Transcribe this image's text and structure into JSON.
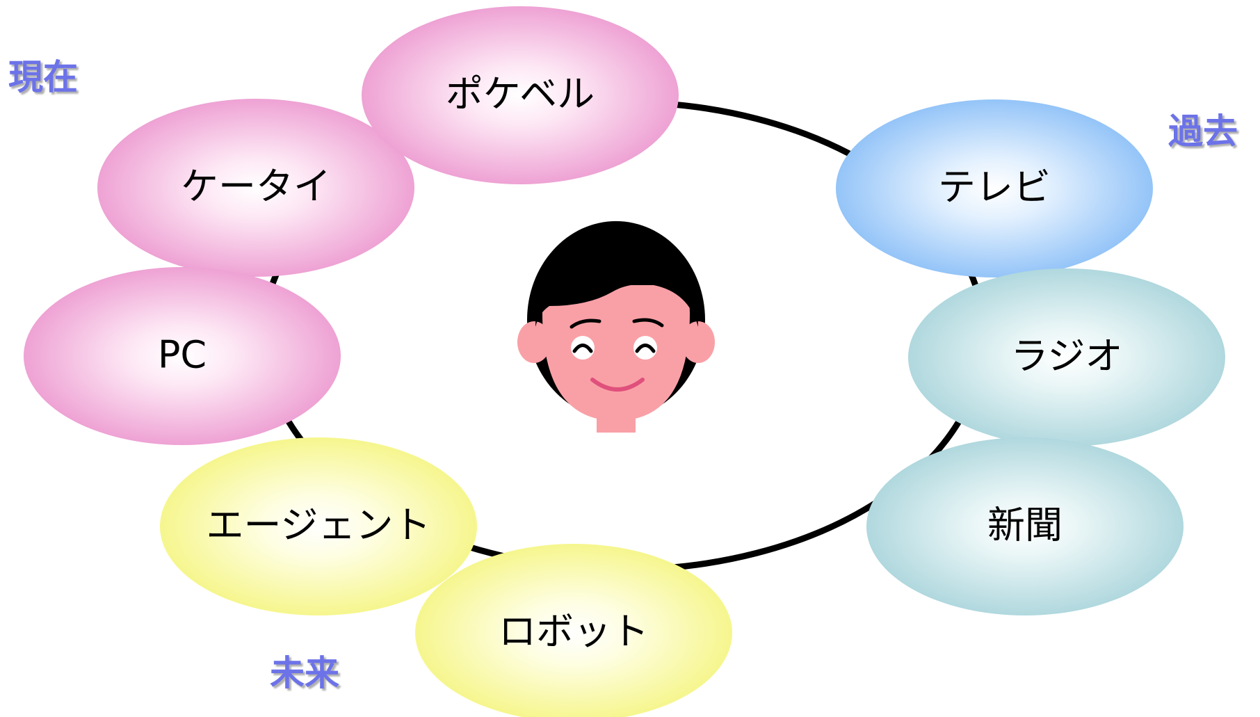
{
  "eras": {
    "present": "現在",
    "past": "過去",
    "future": "未来"
  },
  "nodes": [
    {
      "id": "pocket-bell",
      "label": "ポケベル",
      "group": "present"
    },
    {
      "id": "keitai",
      "label": "ケータイ",
      "group": "present"
    },
    {
      "id": "pc",
      "label": "PC",
      "group": "present"
    },
    {
      "id": "tv",
      "label": "テレビ",
      "group": "past"
    },
    {
      "id": "radio",
      "label": "ラジオ",
      "group": "past"
    },
    {
      "id": "newspaper",
      "label": "新聞",
      "group": "past"
    },
    {
      "id": "agent",
      "label": "エージェント",
      "group": "future"
    },
    {
      "id": "robot",
      "label": "ロボット",
      "group": "future"
    }
  ],
  "colors": {
    "present": "#f0a8d8",
    "tv": "#9cc8f8",
    "past": "#b4dce0",
    "future": "#f8f8a0",
    "era_text": "#6c72e8",
    "ring": "#000000",
    "face_skin": "#f9a0a6",
    "hair": "#000000",
    "smile": "#e0507c"
  }
}
